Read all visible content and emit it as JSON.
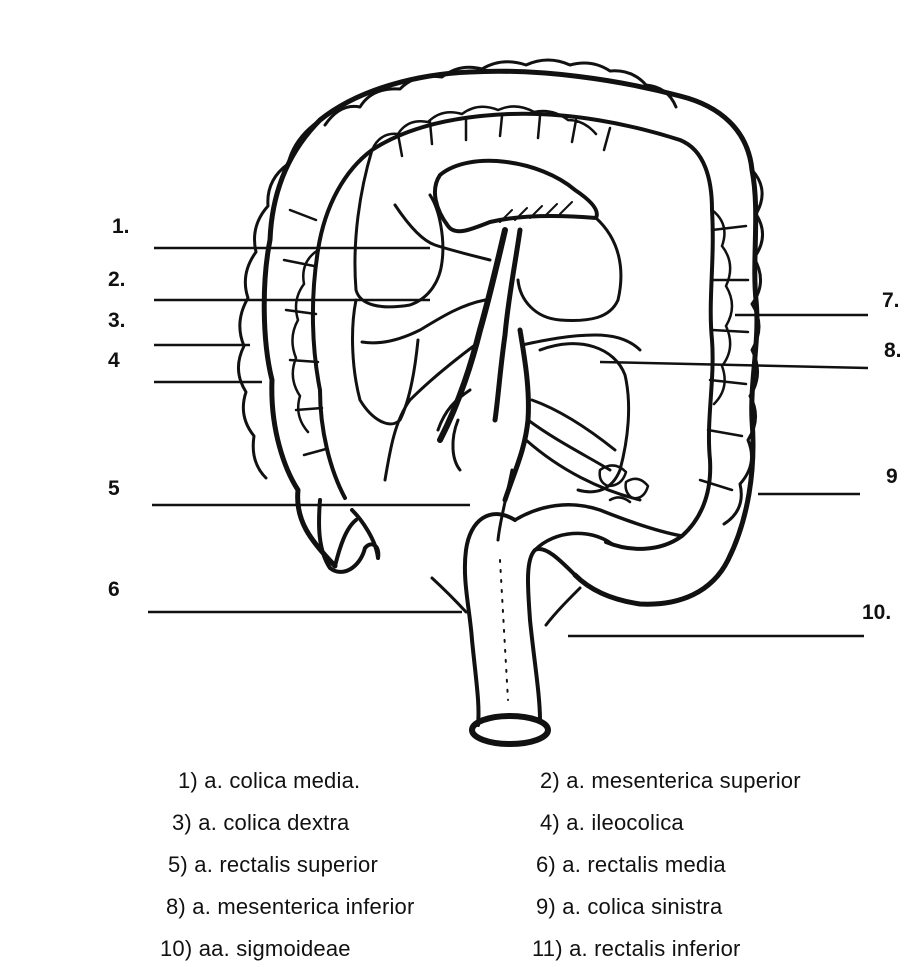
{
  "figure": {
    "callouts": {
      "n1": "1.",
      "n2": "2.",
      "n3": "3.",
      "n4": "4",
      "n5": "5",
      "n6": "6",
      "n7": "7.",
      "n8": "8.",
      "n9": "9",
      "n10": "10."
    },
    "legend": [
      "1) a. colica media.",
      "2) a. mesenterica superior",
      "3) a. colica dextra",
      "4) a. ileocolica",
      "5) a. rectalis superior",
      "6) a. rectalis media",
      "8) a. mesenterica inferior",
      "9) a. colica sinistra",
      "10) aa. sigmoideae",
      "11) a. rectalis inferior"
    ]
  }
}
